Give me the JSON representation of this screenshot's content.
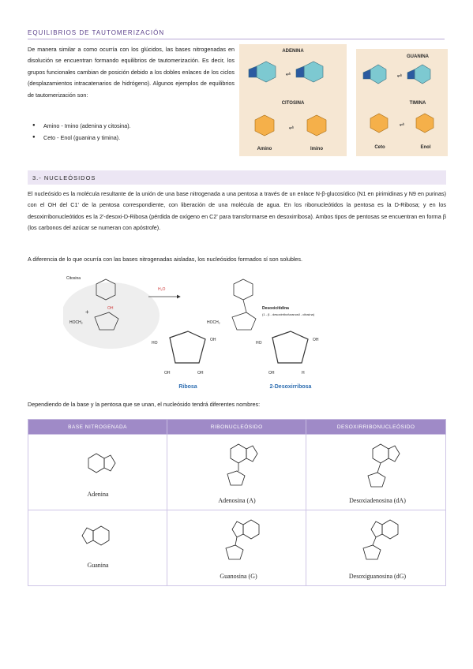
{
  "section1": {
    "title": "EQUILIBRIOS DE TAUTOMERIZACIÓN",
    "paragraph": "De manera similar a como ocurría con los glúcidos, las bases nitrogenadas en disolución se encuentran formando equilibrios de tautomerización. Es decir, los grupos funcionales cambian de posición debido a los dobles enlaces de los ciclos (desplazamientos intracatenarios de hidrógeno). Algunos ejemplos de equilibrios de tautomerización son:",
    "bullets": [
      "Amino - Imino (adenina y citosina).",
      "Ceto - Enol (guanina y timina)."
    ],
    "figure_left": {
      "top": "ADENINA",
      "bottom": "CITOSINA",
      "left_caption": "Amino",
      "right_caption": "Imino"
    },
    "figure_right": {
      "top": "GUANINA",
      "bottom": "TIMINA",
      "left_caption": "Ceto",
      "right_caption": "Enol"
    }
  },
  "section2": {
    "title": "3.- NUCLEÓSIDOS",
    "paragraph1": "El nucleósido es la molécula resultante de la unión de una base nitrogenada a una pentosa a través de un enlace N-β-glucosídico (N1 en pirimidinas y N9 en purinas) con el OH del C1' de la pentosa correspondiente, con liberación de una molécula de agua. En los ribonucleótidos la pentosa es la D-Ribosa; y en los desoxirribonucleótidos es la 2'-desoxi-D-Ribosa (pérdida de oxígeno en C2' para transformarse en desoxirribosa). Ambos tipos de pentosas se encuentran en forma β (los carbonos del azúcar se numeran con apóstrofe).",
    "paragraph2": "A diferencia de lo que ocurría con las bases nitrogenadas aisladas, los nucleósidos formados sí son solubles.",
    "figure": {
      "reactant_label": "Citosina",
      "water": "H₂O",
      "product_label": "Desoxicitidina",
      "product_sub": "(1 - β - desoxirribofuranosil - citosina)",
      "sugar_left": "Ribosa",
      "sugar_right": "2-Desoxirribosa"
    },
    "paragraph3": "Dependiendo de la base y la pentosa que se unan, el nucleósido tendrá diferentes nombres:",
    "table": {
      "headers": [
        "BASE NITROGENADA",
        "RIBONUCLEÓSIDO",
        "DESOXIRRIBONUCLEÓSIDO"
      ],
      "rows": [
        [
          "Adenina",
          "Adenosina (A)",
          "Desoxiadenosina (dA)"
        ],
        [
          "Guanina",
          "Guanosina (G)",
          "Desoxiguanosina (dG)"
        ]
      ]
    }
  },
  "colors": {
    "heading": "#5a3f8a",
    "table_header": "#9f8ac7",
    "section_bar": "#ece6f4",
    "panel": "#f6e7d3"
  }
}
